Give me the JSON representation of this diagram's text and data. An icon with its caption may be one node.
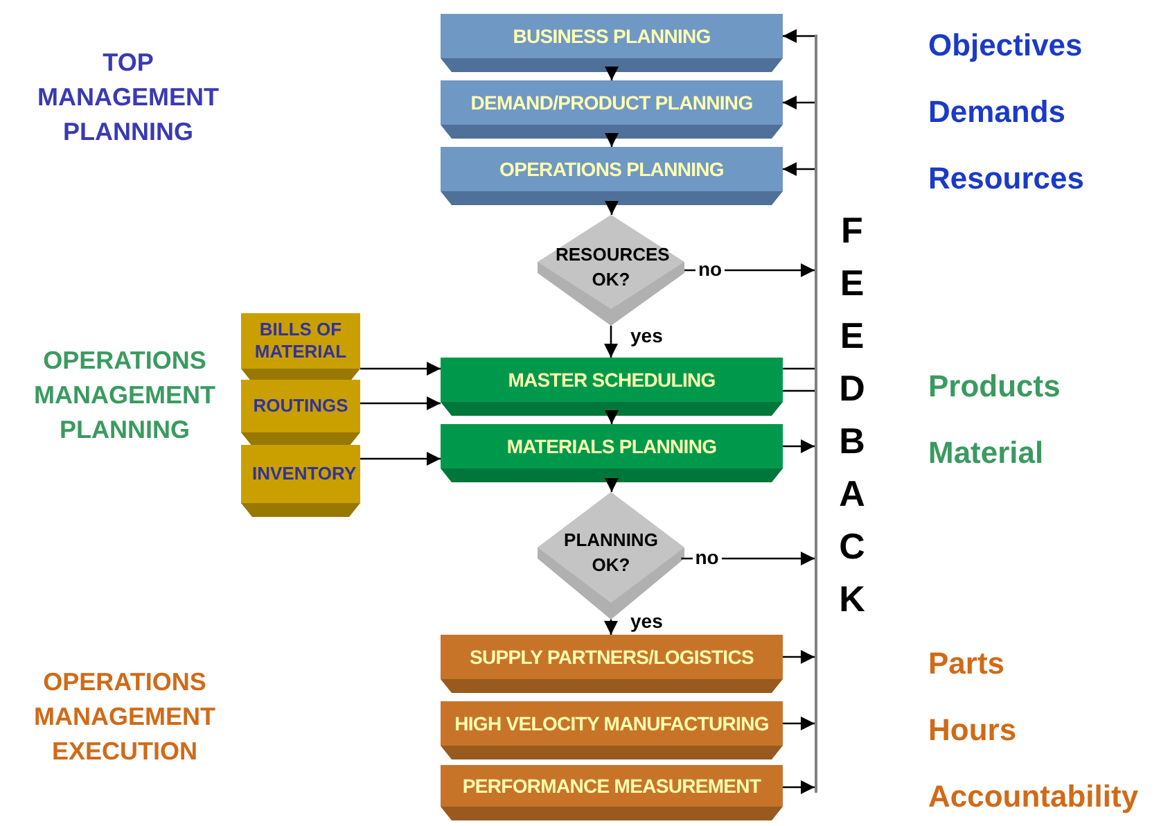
{
  "diagram": {
    "nodes": [
      {
        "text": [
          "BUSINESS PLANNING"
        ]
      },
      {
        "text": [
          "DEMAND/PRODUCT PLANNING"
        ]
      },
      {
        "text": [
          "OPERATIONS  PLANNING"
        ]
      },
      {
        "text": [
          "RESOURCES OK?"
        ]
      },
      {
        "text": [
          "BILLS OF MATERIAL"
        ]
      },
      {
        "text": [
          "ROUTINGS"
        ]
      },
      {
        "text": [
          "INVENTORY"
        ]
      },
      {
        "text": [
          "MASTER SCHEDULING"
        ]
      },
      {
        "text": [
          "MATERIALS PLANNING"
        ]
      },
      {
        "text": [
          "PLANNING OK?"
        ]
      },
      {
        "text": [
          "SUPPLY PARTNERS/LOGISTICS"
        ]
      },
      {
        "text": [
          "HIGH VELOCITY MANUFACTURING"
        ]
      },
      {
        "text": [
          "PERFORMANCE MEASUREMENT"
        ]
      },
      {
        "text": [
          "FEEDBACK"
        ]
      }
    ],
    "edges": [
      {
        "from": 0,
        "to": 1,
        "arrow": "to"
      },
      {
        "from": 1,
        "to": 2,
        "arrow": "to"
      },
      {
        "from": 2,
        "to": 3,
        "arrow": "to"
      },
      {
        "from": 3,
        "to": 7,
        "arrow": "to",
        "label": "yes"
      },
      {
        "from": 3,
        "to": 13,
        "arrow": "to",
        "label": "no"
      },
      {
        "from": 4,
        "to": 7,
        "arrow": "to"
      },
      {
        "from": 5,
        "to": 7,
        "arrow": "to"
      },
      {
        "from": 6,
        "to": 8,
        "arrow": "to"
      },
      {
        "from": 7,
        "to": 8,
        "arrow": "to"
      },
      {
        "from": 8,
        "to": 9,
        "arrow": "to"
      },
      {
        "from": 9,
        "to": 10,
        "arrow": "to",
        "label": "yes"
      },
      {
        "from": 9,
        "to": 13,
        "arrow": "to",
        "label": "no"
      },
      {
        "from": 13,
        "to": 0,
        "arrow": "to"
      },
      {
        "from": 13,
        "to": 1,
        "arrow": "to"
      },
      {
        "from": 13,
        "to": 2,
        "arrow": "to"
      },
      {
        "from": 7,
        "to": 13,
        "arrow": "none"
      },
      {
        "from": 7,
        "to": 13,
        "arrow": "none"
      },
      {
        "from": 8,
        "to": 13,
        "arrow": "to"
      },
      {
        "from": 10,
        "to": 13,
        "arrow": "to"
      },
      {
        "from": 11,
        "to": 13,
        "arrow": "to"
      },
      {
        "from": 12,
        "to": 13,
        "arrow": "to"
      }
    ],
    "labels": [
      "TOP MANAGEMENT PLANNING",
      "Objectives",
      "Demands",
      "Resources",
      "OPERATIONS MANAGEMENT PLANNING",
      "Products",
      "Material",
      "OPERATIONS MANAGEMENT EXECUTION",
      "Parts",
      "Hours",
      "Accountability"
    ]
  }
}
